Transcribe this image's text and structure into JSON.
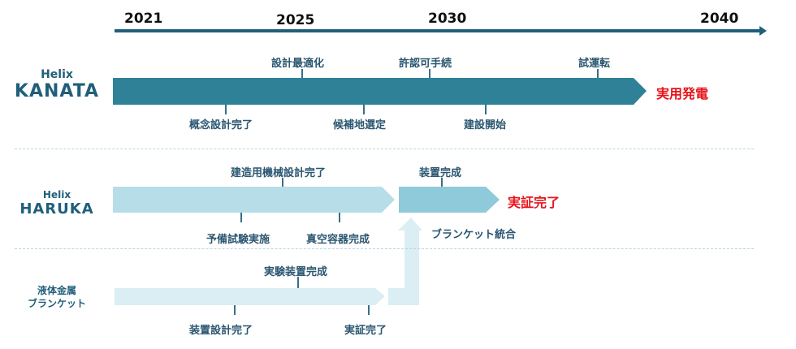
{
  "timeline": {
    "years": [
      "2021",
      "2025",
      "2030",
      "2040"
    ]
  },
  "rows": {
    "kanata": {
      "name_top": "Helix",
      "name_main": "KANATA",
      "goal": "実用発電",
      "milestones_above": [
        "設計最適化",
        "許認可手続",
        "試運転"
      ],
      "milestones_below": [
        "概念設計完了",
        "候補地選定",
        "建設開始"
      ],
      "bar_color": "#2e8197"
    },
    "haruka": {
      "name_top": "Helix",
      "name_main": "HARUKA",
      "goal": "実証完了",
      "milestones_above": [
        "建造用機械設計完了",
        "装置完成"
      ],
      "milestones_below": [
        "予備試験実施",
        "真空容器完成",
        "ブランケット統合"
      ],
      "bar_color_light": "#b7dde8",
      "bar_color_mid": "#8ecad9"
    },
    "blanket": {
      "name_line1": "液体金属",
      "name_line2": "ブランケット",
      "milestones_above": [
        "実験装置完成"
      ],
      "milestones_below": [
        "装置設計完了",
        "実証完了"
      ],
      "bar_color": "#dbeef4"
    }
  },
  "colors": {
    "goal_red": "#e8141b",
    "timeline_axis": "#1f5f7a"
  }
}
